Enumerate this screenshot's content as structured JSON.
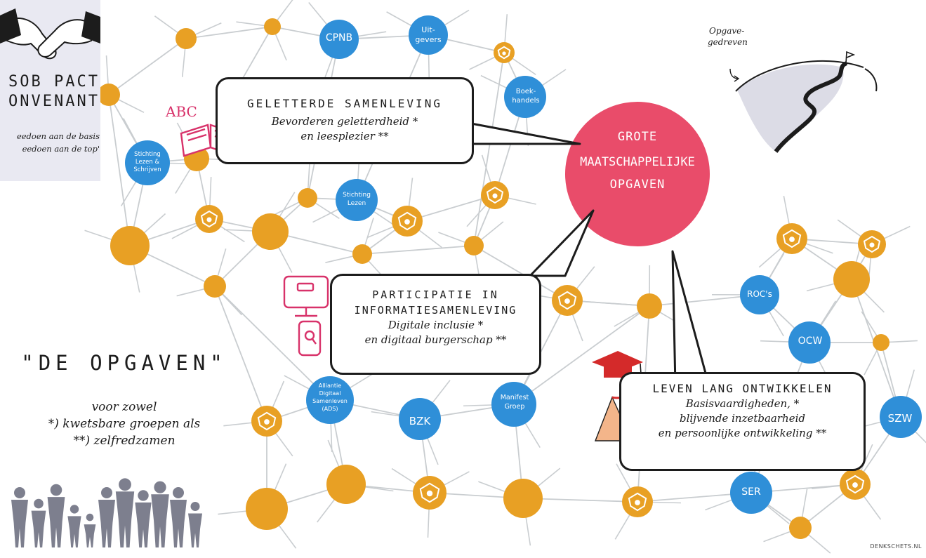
{
  "pact": {
    "line1": "SOB PACT",
    "line2": "ONVENANT",
    "sub1": "eedoen aan de basis",
    "sub2": "eedoen aan de top'"
  },
  "center": {
    "line1": "GROTE",
    "line2": "MAATSCHAPPELIJKE",
    "line3": "OPGAVEN"
  },
  "mountain_label": {
    "line1": "Opgave-",
    "line2": "gedreven"
  },
  "abc_label": "ABC",
  "bubbles": {
    "geletterde": {
      "title": "GELETTERDE SAMENLEVING",
      "line1": "Bevorderen geletterdheid *",
      "line2": "en leesplezier **"
    },
    "participatie": {
      "title1": "PARTICIPATIE IN",
      "title2": "INFORMATIESAMENLEVING",
      "line1": "Digitale inclusie *",
      "line2": "en digitaal burgerschap **"
    },
    "leven": {
      "title": "LEVEN LANG ONTWIKKELEN",
      "line1": "Basisvaardigheden, *",
      "line2": "blijvende inzetbaarheid",
      "line3": "en persoonlijke ontwikkeling **"
    }
  },
  "blue_nodes": {
    "cpnb": "CPNB",
    "uitgevers1": "Uit-",
    "uitgevers2": "gevers",
    "boekhandels1": "Boek-",
    "boekhandels2": "handels",
    "lezen_schrijven1": "Stichting",
    "lezen_schrijven2": "Lezen &",
    "lezen_schrijven3": "Schrijven",
    "lezen1": "Stichting",
    "lezen2": "Lezen",
    "rocs": "ROC's",
    "ocw": "OCW",
    "szw": "SZW",
    "ser": "SER",
    "bzk": "BZK",
    "manifest1": "Manifest",
    "manifest2": "Groep",
    "alliantie1": "Alliantie",
    "alliantie2": "Digitaal",
    "alliantie3": "Samenleven",
    "alliantie4": "(ADS)"
  },
  "opgaven": {
    "title": "\"DE OPGAVEN\"",
    "line1": "voor zowel",
    "line2": "*) kwetsbare groepen als",
    "line3": "**) zelfredzamen"
  },
  "credit": "DENKSCHETS.NL",
  "colors": {
    "orange": "#e8a024",
    "blue": "#2f8fd8",
    "pink": "#e94c6a",
    "line": "#c9cdd0",
    "ink": "#1c1c1c",
    "red_cap": "#d42a2a"
  }
}
